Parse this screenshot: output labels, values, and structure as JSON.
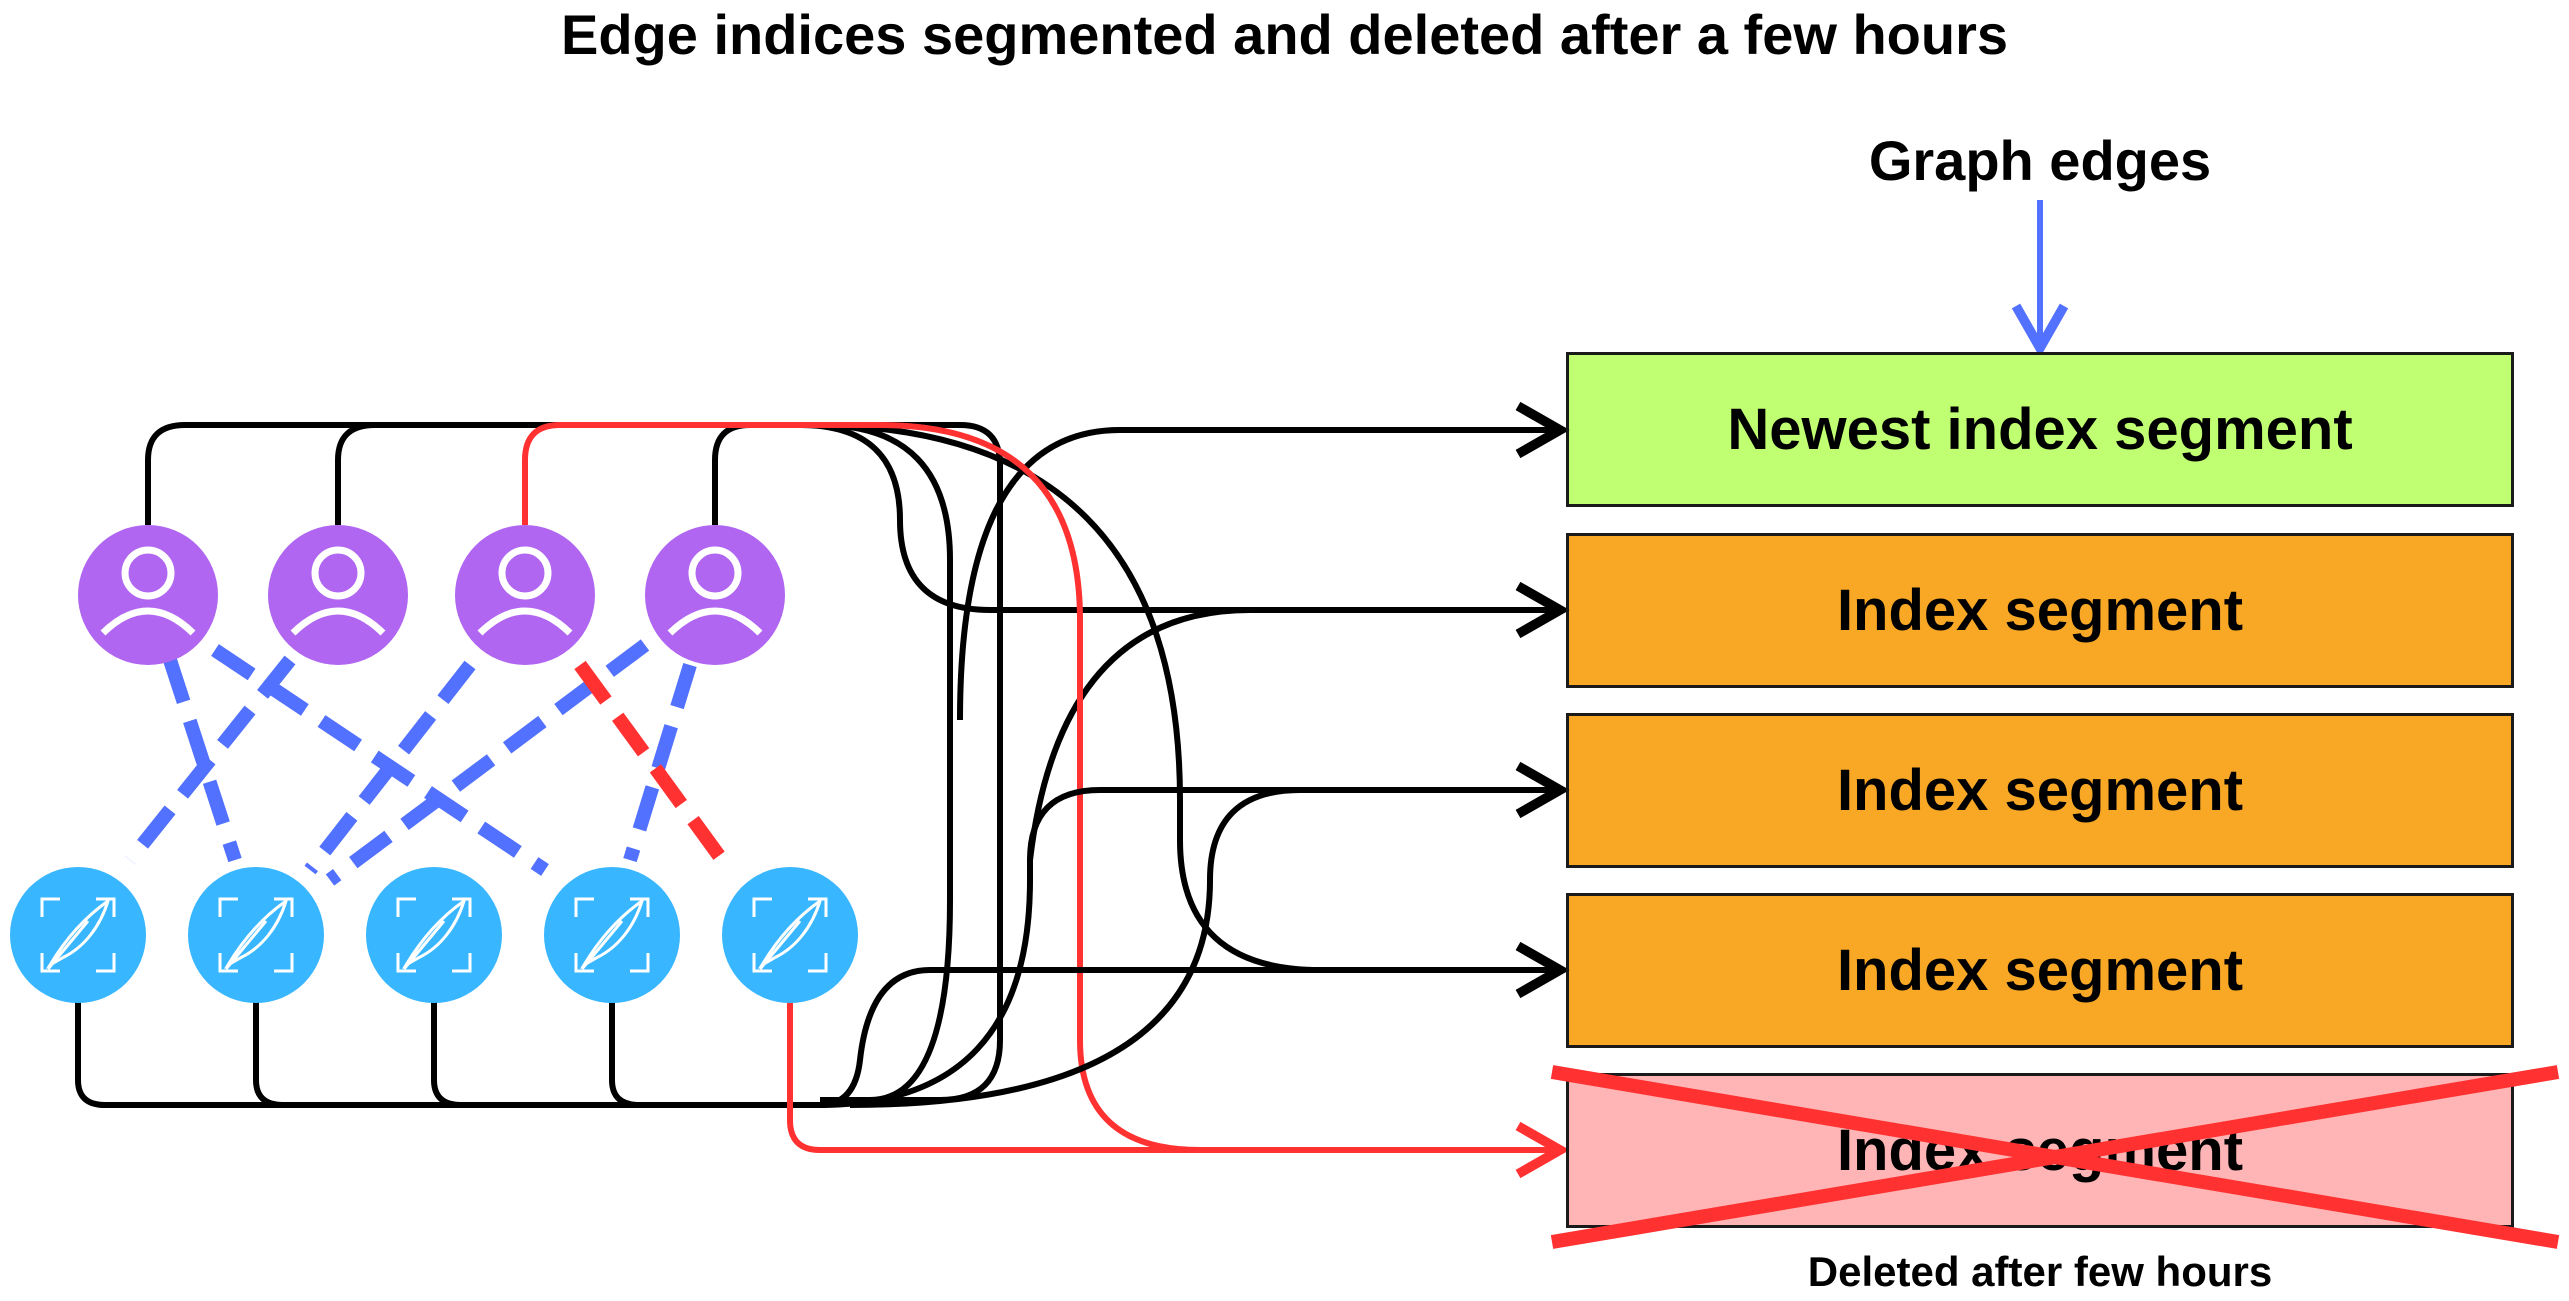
{
  "title": "Edge indices segmented and deleted after a few hours",
  "graph_edges_label": "Graph edges",
  "segments": [
    {
      "label": "Newest index segment",
      "color": "#c1ff72",
      "deleted": false
    },
    {
      "label": "Index segment",
      "color": "#f9a825",
      "deleted": false
    },
    {
      "label": "Index segment",
      "color": "#f9a825",
      "deleted": false
    },
    {
      "label": "Index segment",
      "color": "#f9a825",
      "deleted": false
    },
    {
      "label": "Index segment",
      "color": "#ffb5b5",
      "deleted": true
    }
  ],
  "deleted_caption": "Deleted after few hours",
  "colors": {
    "user_node": "#b066f0",
    "tweet_node": "#38b6ff",
    "edge_blue": "#5271ff",
    "edge_red": "#ff3131",
    "line_black": "#000000"
  },
  "icons": {
    "user": "user-avatar-icon",
    "tweet": "feather-quill-icon"
  }
}
